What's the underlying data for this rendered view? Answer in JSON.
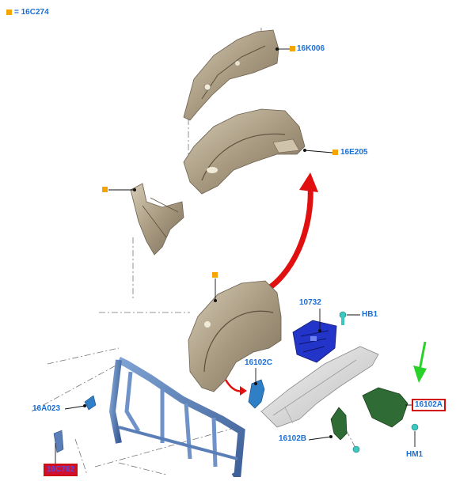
{
  "legend": {
    "label": "= 16C274"
  },
  "callouts": {
    "c16K006": "16K006",
    "c16E205": "16E205",
    "c10732": "10732",
    "cHB1": "HB1",
    "c16102C": "16102C",
    "c16A023": "16A023",
    "c16102A": "16102A",
    "c16102B": "16102B",
    "cHM1": "HM1",
    "c16C762": "16C762"
  },
  "colors": {
    "label": "#1a6fd6",
    "marker": "#f5a400",
    "highlight_box": "#d01010",
    "arrow_red": "#e01010",
    "arrow_green": "#2ad12a",
    "part_tan": "#b9aa92",
    "part_blue": "#2334c8",
    "part_steel": "#5a7fb8",
    "part_green": "#2f6b34",
    "part_grey": "#d9d9d9"
  }
}
